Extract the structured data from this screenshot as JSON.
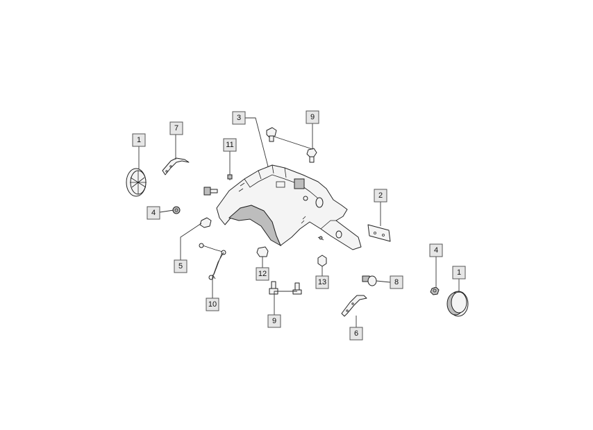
{
  "callouts": {
    "c1_left": "1",
    "c1_right": "1",
    "c2": "2",
    "c3": "3",
    "c4_left": "4",
    "c4_right": "4",
    "c5": "5",
    "c6": "6",
    "c7": "7",
    "c8": "8",
    "c9_top": "9",
    "c9_bottom": "9",
    "c10": "10",
    "c11": "11",
    "c12": "12",
    "c13": "13"
  }
}
